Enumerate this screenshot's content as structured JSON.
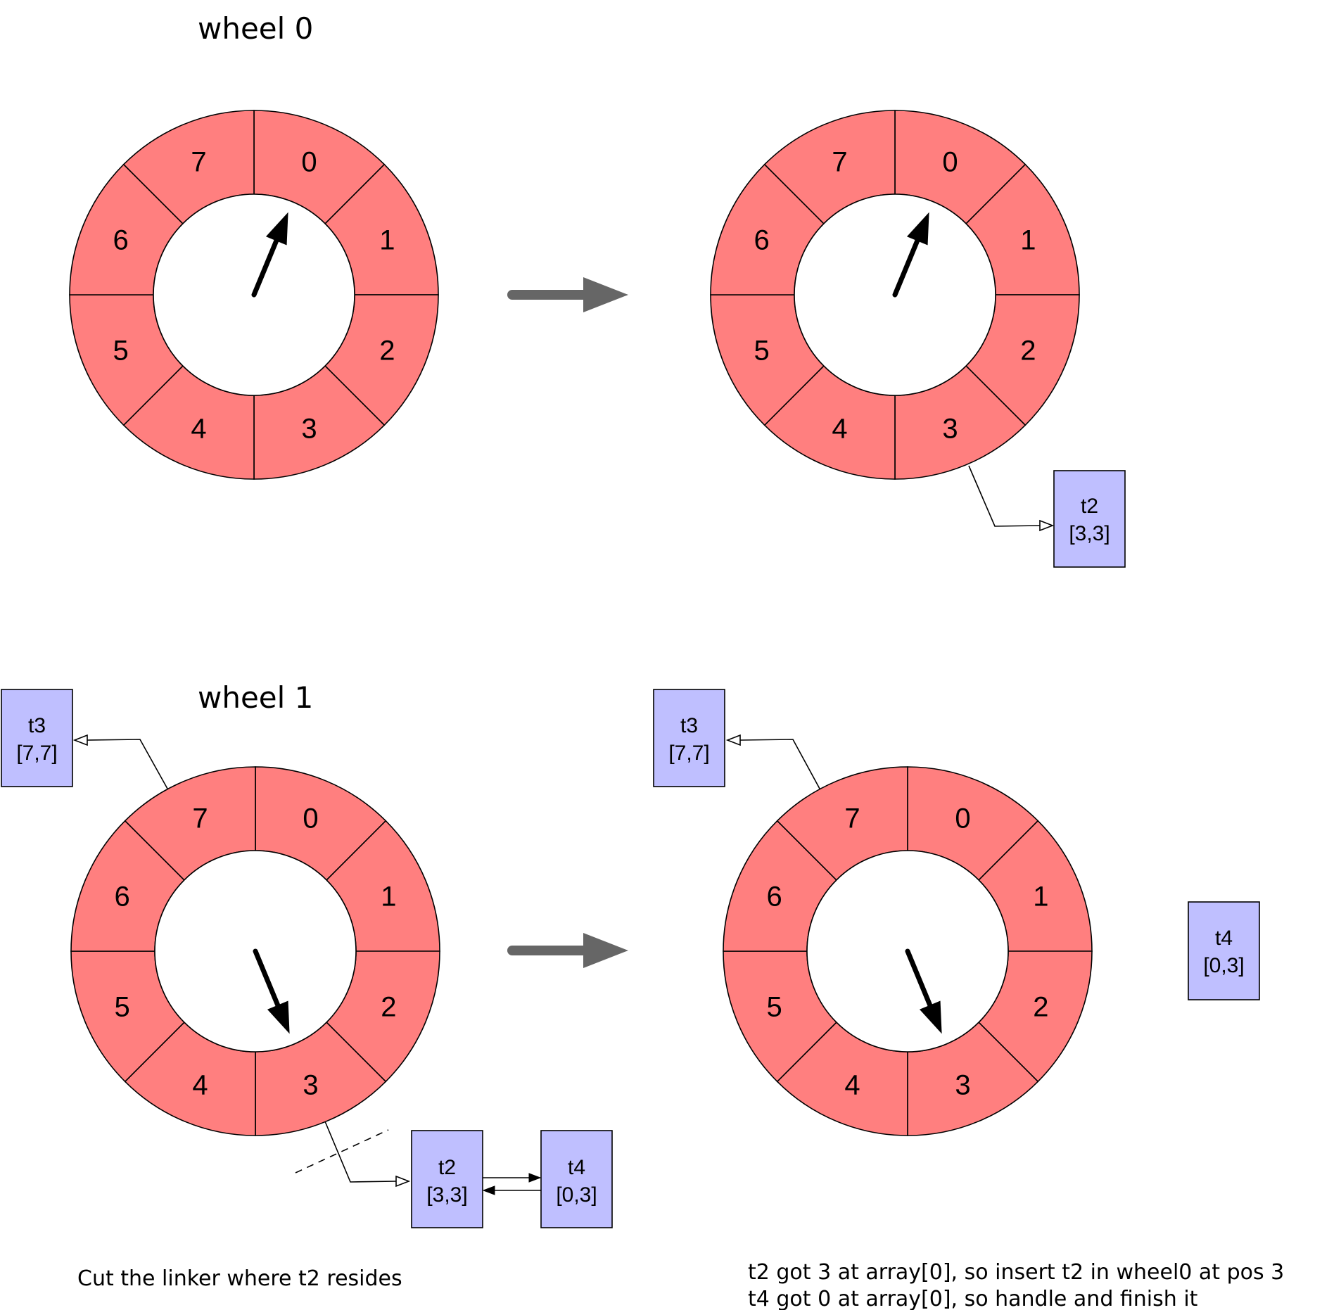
{
  "titles": {
    "wheel0": "wheel 0",
    "wheel1": "wheel 1"
  },
  "wheels": [
    {
      "id": "wheel0-before",
      "slots": [
        "0",
        "1",
        "2",
        "3",
        "4",
        "5",
        "6",
        "7"
      ],
      "pointer_slot": "0"
    },
    {
      "id": "wheel0-after",
      "slots": [
        "0",
        "1",
        "2",
        "3",
        "4",
        "5",
        "6",
        "7"
      ],
      "pointer_slot": "0"
    },
    {
      "id": "wheel1-before",
      "slots": [
        "0",
        "1",
        "2",
        "3",
        "4",
        "5",
        "6",
        "7"
      ],
      "pointer_slot": "3"
    },
    {
      "id": "wheel1-after",
      "slots": [
        "0",
        "1",
        "2",
        "3",
        "4",
        "5",
        "6",
        "7"
      ],
      "pointer_slot": "3"
    }
  ],
  "timers": {
    "t2_wheel0": {
      "name": "t2",
      "range": "[3,3]"
    },
    "t3_left": {
      "name": "t3",
      "range": "[7,7]"
    },
    "t2_wheel1": {
      "name": "t2",
      "range": "[3,3]"
    },
    "t4_wheel1": {
      "name": "t4",
      "range": "[0,3]"
    },
    "t3_right": {
      "name": "t3",
      "range": "[7,7]"
    },
    "t4_right": {
      "name": "t4",
      "range": "[0,3]"
    }
  },
  "captions": {
    "left": "Cut the linker where t2 resides",
    "right_line1": "t2 got 3 at array[0], so insert t2 in wheel0 at pos 3",
    "right_line2": "t4 got 0 at array[0], so handle and finish it"
  },
  "colors": {
    "slot_fill": "#ff7f7f",
    "timer_fill": "#bfbfff",
    "transition_arrow": "#666666"
  }
}
